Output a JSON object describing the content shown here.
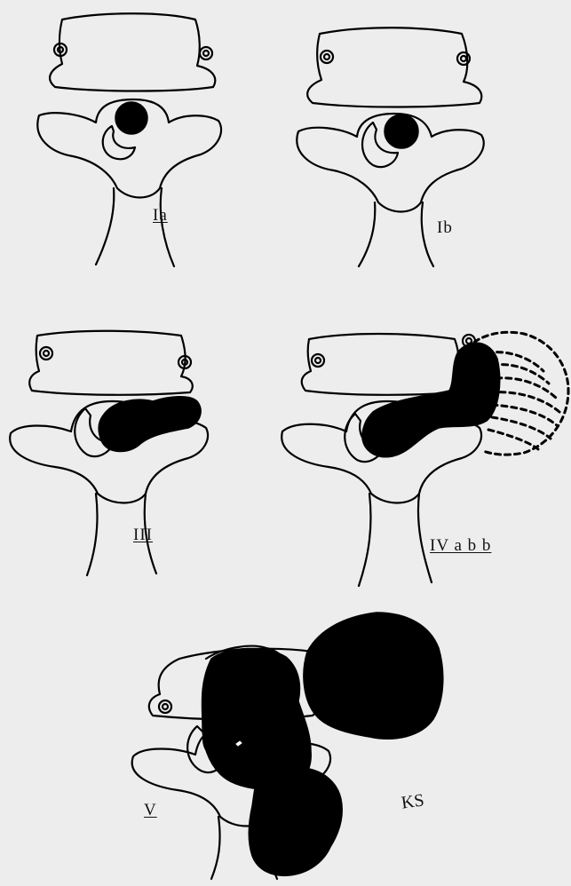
{
  "panels": [
    {
      "id": "Ia",
      "label": "Ia"
    },
    {
      "id": "Ib",
      "label": "Ib"
    },
    {
      "id": "III",
      "label": "III"
    },
    {
      "id": "IVab",
      "label": "IV a b b"
    },
    {
      "id": "V",
      "label": "V"
    }
  ],
  "signature": "KS",
  "colors": {
    "paper": "#ededed",
    "ink": "#000000",
    "background": "#cfcfcf"
  }
}
